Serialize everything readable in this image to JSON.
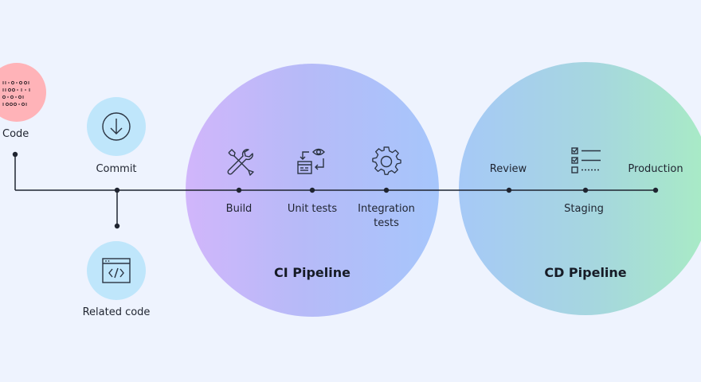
{
  "nodes": {
    "code": "Code",
    "commit": "Commit",
    "related_code": "Related code",
    "build": "Build",
    "unit_tests": "Unit tests",
    "integration_tests_line1": "Integration",
    "integration_tests_line2": "tests",
    "review": "Review",
    "staging": "Staging",
    "production": "Production"
  },
  "pipelines": {
    "ci": "CI Pipeline",
    "cd": "CD Pipeline"
  },
  "icons": {
    "code": "binary-code-icon",
    "commit": "download-arrow-icon",
    "related_code": "code-window-icon",
    "build": "tools-icon",
    "unit_tests": "test-monitor-icon",
    "integration_tests": "gear-icon",
    "staging": "checklist-icon"
  },
  "colors": {
    "background": "#eef3fe",
    "code_node": "#ffb3b8",
    "commit_node": "#bfe6fb",
    "ci_gradient_start": "#d1b6fb",
    "ci_gradient_end": "#a6c6fb",
    "cd_gradient_start": "#a6c9f7",
    "cd_gradient_end": "#a8ecc4",
    "line": "#1f2430"
  }
}
